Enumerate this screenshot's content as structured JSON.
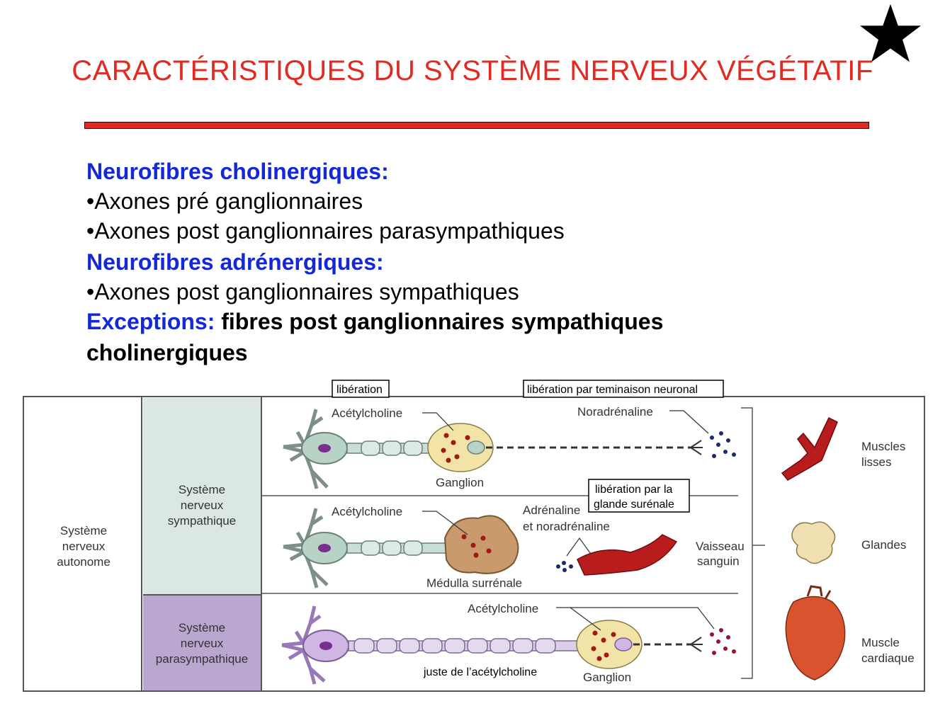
{
  "title": "CARACTÉRISTIQUES DU SYSTÈME NERVEUX VÉGÉTATIF",
  "content": {
    "heading_cholinergic": "Neurofibres cholinergiques:",
    "item_pre": "•Axones pré ganglionnaires",
    "item_post_para": "•Axones post ganglionnaires parasympathiques",
    "heading_adrenergic": "Neurofibres adrénergiques:",
    "item_post_symp": "•Axones post ganglionnaires sympathiques",
    "exceptions_label": "Exceptions:",
    "exceptions_text": "fibres post ganglionnaires sympathiques",
    "exceptions_text2": "cholinergiques"
  },
  "diagram": {
    "left_col": [
      "Système",
      "nerveux",
      "autonome"
    ],
    "symp_col": [
      "Système",
      "nerveux",
      "sympathique"
    ],
    "para_col": [
      "Système",
      "nerveux",
      "parasympathique"
    ],
    "box_liberation": "libération",
    "box_terminaison": "libération par teminaison neuronal",
    "box_surrenale_1": "libération par la",
    "box_surrenale_2": "glande surénale",
    "acetylcholine": "Acétylcholine",
    "noradrenaline": "Noradrénaline",
    "ganglion": "Ganglion",
    "adrenaline_1": "Adrénaline",
    "adrenaline_2": "et noradrénaline",
    "medulla": "Médulla surrénale",
    "vaisseau_1": "Vaisseau",
    "vaisseau_2": "sanguin",
    "juste": "juste de l’acétylcholine",
    "muscles_lisses_1": "Muscles",
    "muscles_lisses_2": "lisses",
    "glandes": "Glandes",
    "muscle_cardiaque_1": "Muscle",
    "muscle_cardiaque_2": "cardiaque"
  },
  "colors": {
    "title": "#e02a22",
    "heading": "#1428d8",
    "symp_bg": "#dbe8e2",
    "para_bg": "#b9a7cf",
    "ganglion_fill": "#f2e3a6",
    "vessel": "#b81c1c"
  }
}
